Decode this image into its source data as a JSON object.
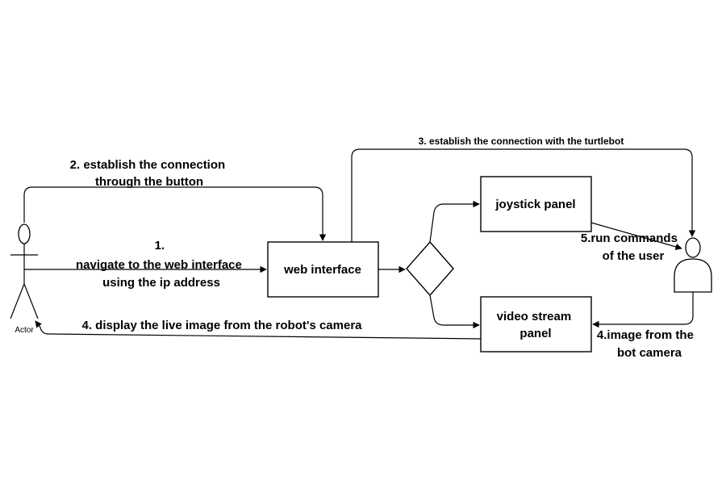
{
  "actor": {
    "label": "Actor"
  },
  "nodes": {
    "web_interface": "web interface",
    "joystick_panel": "joystick panel",
    "video_stream_panel": [
      "video stream",
      "panel"
    ]
  },
  "edges": {
    "step1": [
      "1.",
      "navigate to the web interface",
      "using the ip address"
    ],
    "step2": [
      "2. establish the connection",
      "through the button"
    ],
    "step3": "3. establish the connection with the turtlebot",
    "step4_display": "4. display the live image from the robot's camera",
    "step4_image": [
      "4.image from the",
      "bot camera"
    ],
    "step5": [
      "5.run commands",
      "of the user"
    ]
  }
}
